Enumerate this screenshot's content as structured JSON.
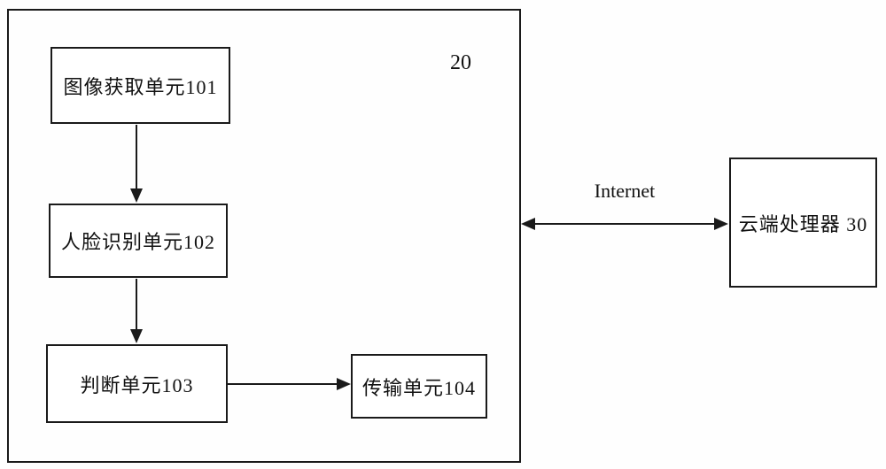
{
  "diagram": {
    "device_reference": "20",
    "internet_label": "Internet",
    "units": {
      "image_acquisition": {
        "label": "图像获取单元101"
      },
      "face_recognition": {
        "label": "人脸识别单元102"
      },
      "judgment": {
        "label": "判断单元103"
      },
      "transmission": {
        "label": "传输单元104"
      },
      "cloud_processor": {
        "label": "云端处理器 30"
      }
    },
    "colors": {
      "line": "#1a1a1a",
      "background": "#ffffff",
      "text": "#111111"
    }
  }
}
